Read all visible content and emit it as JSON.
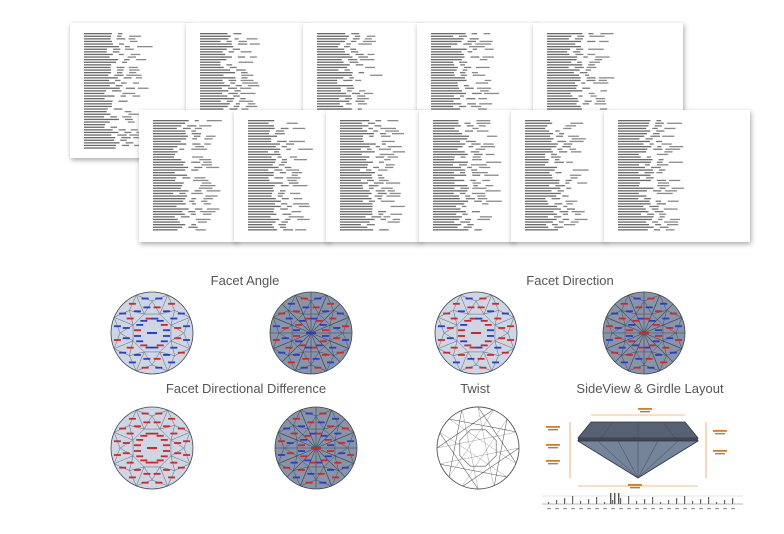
{
  "report_pages": {
    "count": 11
  },
  "sections": {
    "facet_angle": "Facet Angle",
    "facet_direction": "Facet Direction",
    "facet_directional_difference": "Facet Directional Difference",
    "twist": "Twist",
    "side_view": "SideView & Girdle Layout"
  },
  "colors": {
    "light_stone": "#cdd6e2",
    "dark_stone": "#8895a8",
    "facet_line": "#4a5565",
    "accent_red": "#d0262b",
    "accent_blue": "#2a3cc8",
    "orange_annotation": "#e07a1f",
    "side_view_crown": "#566274",
    "label_text": "#555555"
  }
}
